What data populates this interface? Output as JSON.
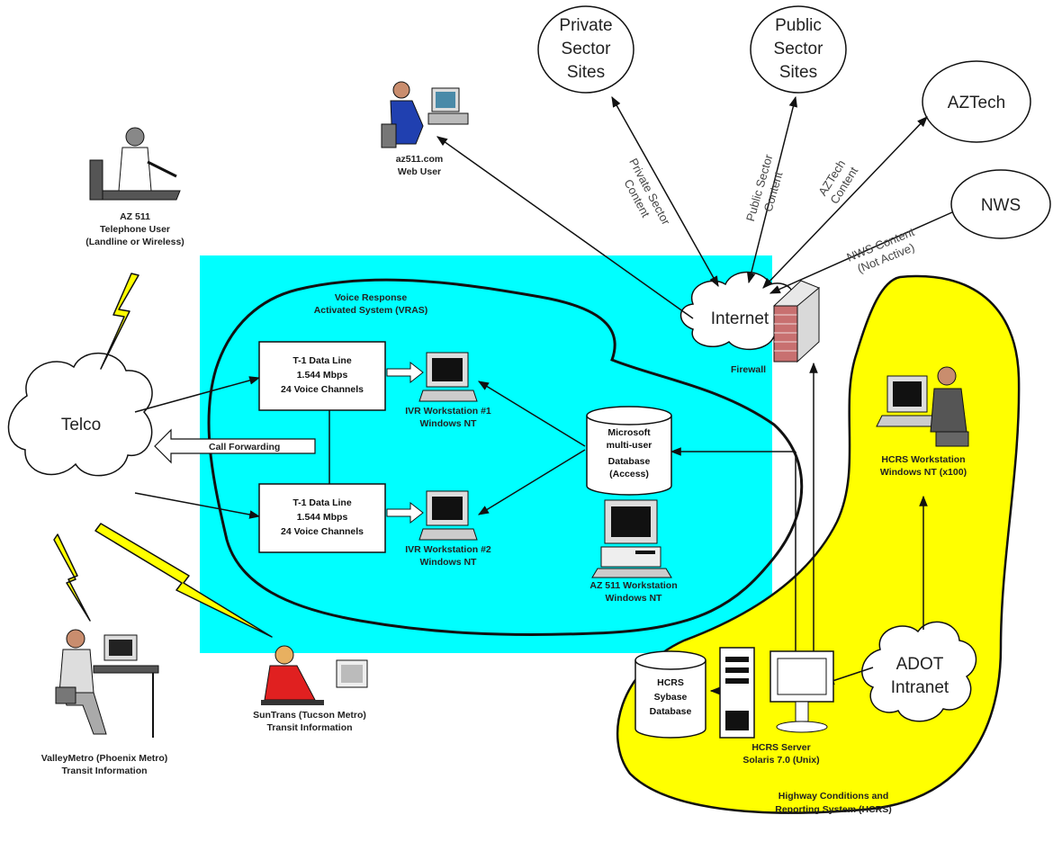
{
  "nodes": {
    "private_sector": [
      "Private",
      "Sector",
      "Sites"
    ],
    "public_sector": [
      "Public",
      "Sector",
      "Sites"
    ],
    "aztech": "AZTech",
    "nws": "NWS",
    "internet": "Internet",
    "firewall": "Firewall",
    "telco": "Telco",
    "adot_intranet": [
      "ADOT",
      "Intranet"
    ]
  },
  "edge_labels": {
    "private_content": [
      "Private Sector",
      "Content"
    ],
    "public_content": [
      "Public Sector",
      "Content"
    ],
    "aztech_content": [
      "AZTech",
      "Content"
    ],
    "nws_content": [
      "NWS Content",
      "(Not Active)"
    ],
    "call_forwarding": "Call Forwarding"
  },
  "users": {
    "web_user": [
      "az511.com",
      "Web User"
    ],
    "telephone_user": [
      "AZ 511",
      "Telephone User",
      "(Landline or Wireless)"
    ],
    "valleymetro": [
      "ValleyMetro (Phoenix Metro)",
      "Transit Information"
    ],
    "suntrans": [
      "SunTrans (Tucson Metro)",
      "Transit Information"
    ]
  },
  "vras": {
    "title": [
      "Voice Response",
      "Activated System (VRAS)"
    ],
    "t1_line_1": [
      "T-1 Data Line",
      "1.544 Mbps",
      "24 Voice Channels"
    ],
    "t1_line_2": [
      "T-1 Data Line",
      "1.544 Mbps",
      "24 Voice Channels"
    ],
    "ivr1": [
      "IVR Workstation #1",
      "Windows NT"
    ],
    "ivr2": [
      "IVR Workstation #2",
      "Windows NT"
    ],
    "database": [
      "Microsoft",
      "multi-user",
      "Database",
      "(Access)"
    ],
    "az511_ws": [
      "AZ 511 Workstation",
      "Windows NT"
    ]
  },
  "hcrs": {
    "title": [
      "Highway Conditions and",
      "Reporting System  (HCRS)"
    ],
    "workstation": [
      "HCRS Workstation",
      "Windows NT (x100)"
    ],
    "database": [
      "HCRS",
      "Sybase",
      "Database"
    ],
    "server": [
      "HCRS Server",
      "Solaris 7.0 (Unix)"
    ]
  },
  "colors": {
    "vras_region": "#00ffff",
    "hcrs_region": "#ffff00",
    "lightning": "#ffff00",
    "firewall_brick": "#c87070"
  }
}
